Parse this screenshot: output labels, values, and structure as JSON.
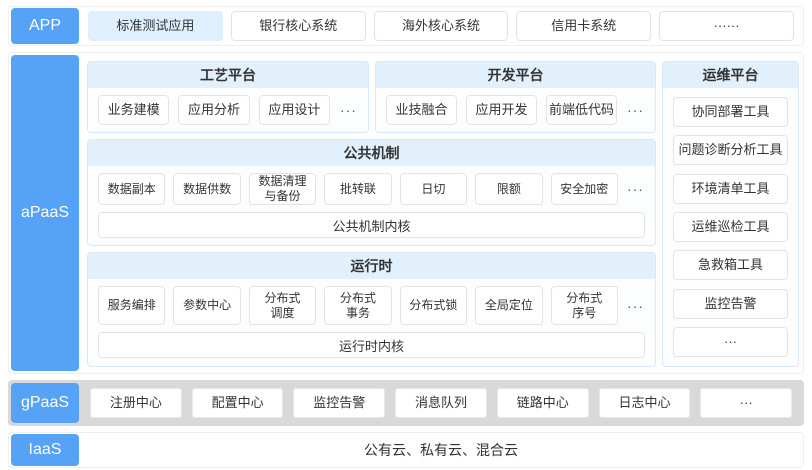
{
  "layers": {
    "app": {
      "label": "APP",
      "items": [
        "标准测试应用",
        "银行核心系统",
        "海外核心系统",
        "信用卡系统",
        "······"
      ]
    },
    "apaas": {
      "label": "aPaaS",
      "craft": {
        "title": "工艺平台",
        "items": [
          "业务建模",
          "应用分析",
          "应用设计"
        ],
        "more": "···"
      },
      "dev": {
        "title": "开发平台",
        "items": [
          "业技融合",
          "应用开发",
          "前端低代码"
        ],
        "more": "···"
      },
      "ops": {
        "title": "运维平台",
        "items": [
          "协同部署工具",
          "问题诊断分析工具",
          "环境清单工具",
          "运维巡检工具",
          "急救箱工具",
          "监控告警",
          "···"
        ]
      },
      "common": {
        "title": "公共机制",
        "items": [
          "数据副本",
          "数据供数",
          "数据清理\n与备份",
          "批转联",
          "日切",
          "限额",
          "安全加密"
        ],
        "more": "···",
        "kernel": "公共机制内核"
      },
      "runtime": {
        "title": "运行时",
        "items": [
          "服务编排",
          "参数中心",
          "分布式\n调度",
          "分布式\n事务",
          "分布式锁",
          "全局定位",
          "分布式\n序号"
        ],
        "more": "···",
        "kernel": "运行时内核"
      }
    },
    "gpaas": {
      "label": "gPaaS",
      "items": [
        "注册中心",
        "配置中心",
        "监控告警",
        "消息队列",
        "链路中心",
        "日志中心",
        "···"
      ]
    },
    "iaas": {
      "label": "IaaS",
      "content": "公有云、私有云、混合云"
    }
  },
  "colors": {
    "accent_blue": "#55A2F6",
    "section_header_bg": "#E2F0FC",
    "panel_bg": "#FBFDFF",
    "panel_border": "#D7E8F8",
    "highlight_item_bg": "#DFEFFD",
    "gpaas_row_bg": "#D9D9D9",
    "item_border": "#E3E3E3",
    "text": "#333333"
  }
}
